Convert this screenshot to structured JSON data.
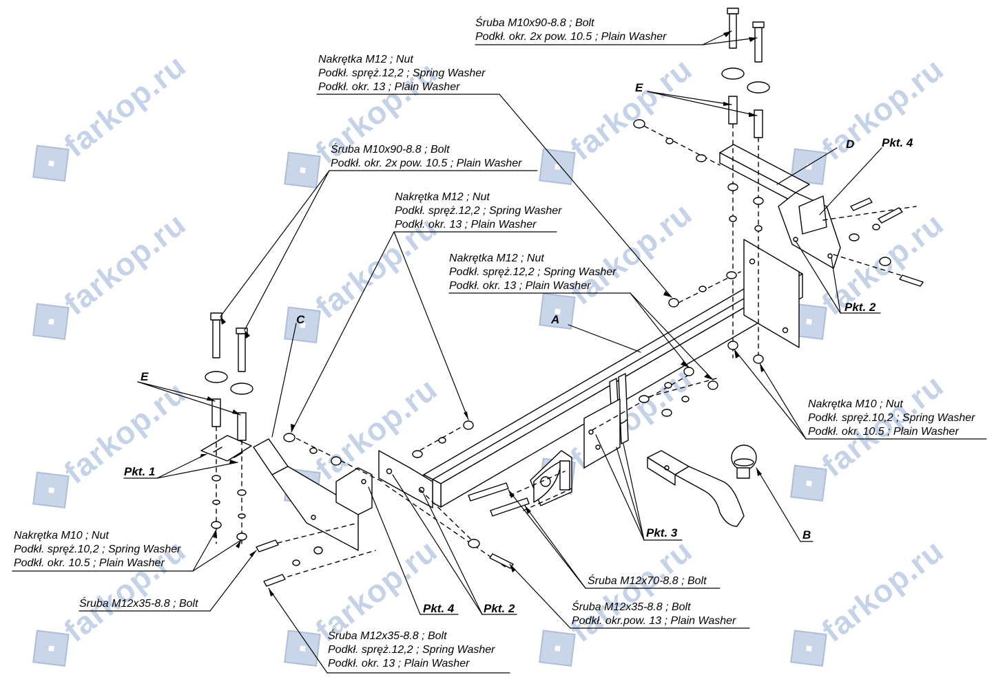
{
  "watermark": {
    "text": "farkop.ru",
    "logo_icon": "car-badge-icon",
    "color": "#c5d3e9"
  },
  "part_letters": {
    "A": "A",
    "B": "B",
    "C": "C",
    "D": "D",
    "E_top": "E",
    "E_left": "E"
  },
  "points": {
    "pkt1": "Pkt. 1",
    "pkt2_right": "Pkt. 2",
    "pkt2_bottom": "Pkt. 2",
    "pkt3": "Pkt. 3",
    "pkt4_right": "Pkt. 4",
    "pkt4_bottom": "Pkt. 4"
  },
  "labels": {
    "top_bolt": [
      "Śruba M10x90-8.8 ;  Bolt",
      "Podkł. okr. 2x pow. 10.5 ; Plain Washer"
    ],
    "top_nut": [
      "Nakrętka  M12 ; Nut",
      "Podkł. spręż.12,2 ; Spring Washer",
      "Podkł. okr. 13 ; Plain Washer"
    ],
    "left_bolt": [
      "Śruba M10x90-8.8 ;  Bolt",
      "Podkł. okr. 2x pow. 10.5 ; Plain Washer"
    ],
    "mid_nut1": [
      "Nakrętka  M12 ; Nut",
      "Podkł. spręż.12,2 ; Spring Washer",
      "Podkł. okr. 13 ; Plain Washer"
    ],
    "mid_nut2": [
      "Nakrętka  M12 ; Nut",
      "Podkł. spręż.12,2 ; Spring Washer",
      "Podkł. okr. 13 ; Plain Washer"
    ],
    "right_nut_m10": [
      "Nakrętka  M10 ; Nut",
      "Podkł. spręż.10,2 ; Spring Washer",
      "Podkł. okr. 10.5 ; Plain Washer"
    ],
    "left_nut_m10": [
      "Nakrętka  M10 ; Nut",
      "Podkł. spręż.10,2 ; Spring Washer",
      "Podkł. okr. 10.5 ; Plain Washer"
    ],
    "bolt_m12x35_left": [
      "Śruba M12x35-8.8 ;  Bolt"
    ],
    "bolt_m12x70": [
      "Śruba M12x70-8.8 ;  Bolt"
    ],
    "bolt_m12x35_right": [
      "Śruba M12x35-8.8 ;  Bolt",
      "Podkł. okr.pow. 13 ; Plain Washer"
    ],
    "bolt_m12x35_bottom": [
      "Śruba M12x35-8.8 ;  Bolt",
      "Podkł. spręż.12,2 ; Spring Washer",
      "Podkł. okr. 13 ; Plain Washer"
    ]
  }
}
